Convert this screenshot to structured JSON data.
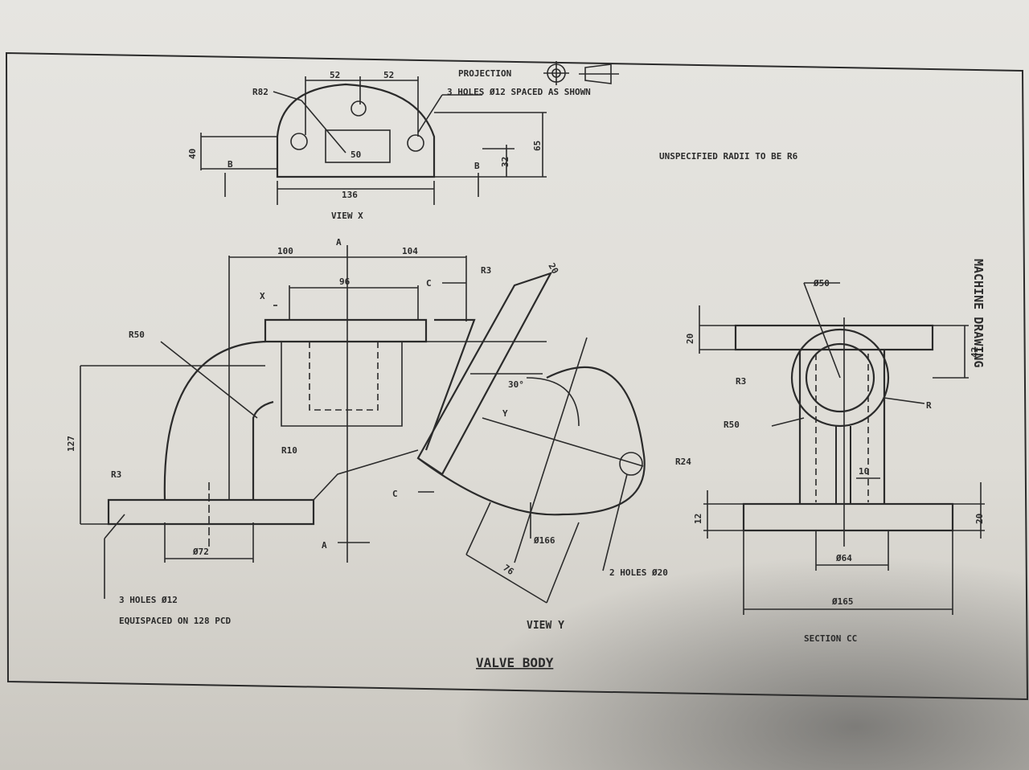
{
  "drawing": {
    "title": "VALVE BODY",
    "side_title": "MACHINE DRAWING",
    "projection_label": "PROJECTION",
    "note_radii": "UNSPECIFIED RADII TO BE R6",
    "view_x": {
      "label": "VIEW X",
      "dims": [
        "52",
        "52",
        "R82",
        "50",
        "40",
        "136",
        "32",
        "65",
        "B",
        "B"
      ],
      "note_holes": "3 HOLES Ø12 SPACED AS SHOWN"
    },
    "front": {
      "dims": [
        "100",
        "104",
        "96",
        "R3",
        "20",
        "R50",
        "30°",
        "Y",
        "R10",
        "127",
        "R3",
        "Ø72",
        "R24",
        "Ø166",
        "76",
        "X",
        "A",
        "A",
        "C",
        "C"
      ],
      "note_holes_1": "3 HOLES Ø12",
      "note_holes_2": "EQUISPACED ON 128 PCD",
      "note_holes_3": "2 HOLES Ø20",
      "view_y_label": "VIEW Y"
    },
    "section": {
      "label": "SECTION CC",
      "dims": [
        "Ø50",
        "20",
        "42",
        "R3",
        "R",
        "R50",
        "10",
        "12",
        "20",
        "Ø64",
        "Ø165"
      ]
    }
  }
}
